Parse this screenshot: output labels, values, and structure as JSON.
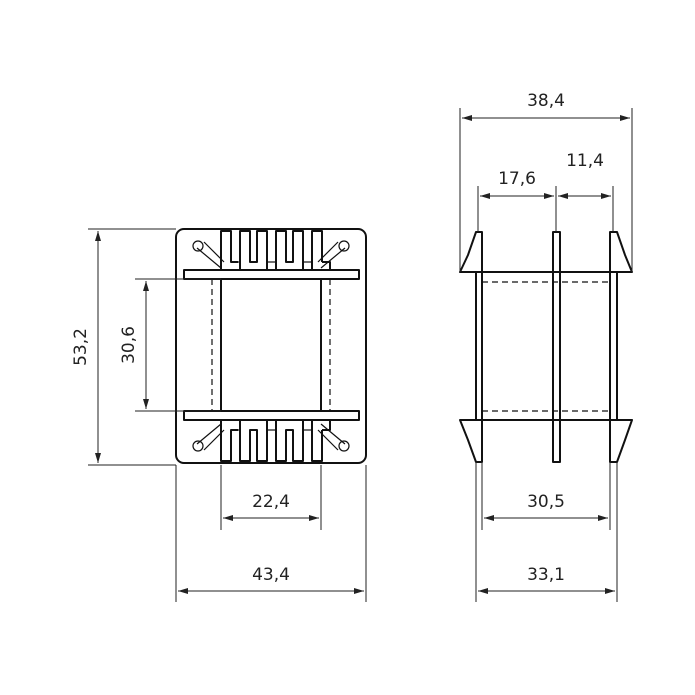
{
  "dimensions": {
    "front_height": "53,2",
    "front_window_height": "30,6",
    "front_window_width": "22,4",
    "front_width": "43,4",
    "side_total_width": "38,4",
    "side_section_a": "17,6",
    "side_section_b": "11,4",
    "side_inner_width": "30,5",
    "side_flange_width": "33,1"
  }
}
